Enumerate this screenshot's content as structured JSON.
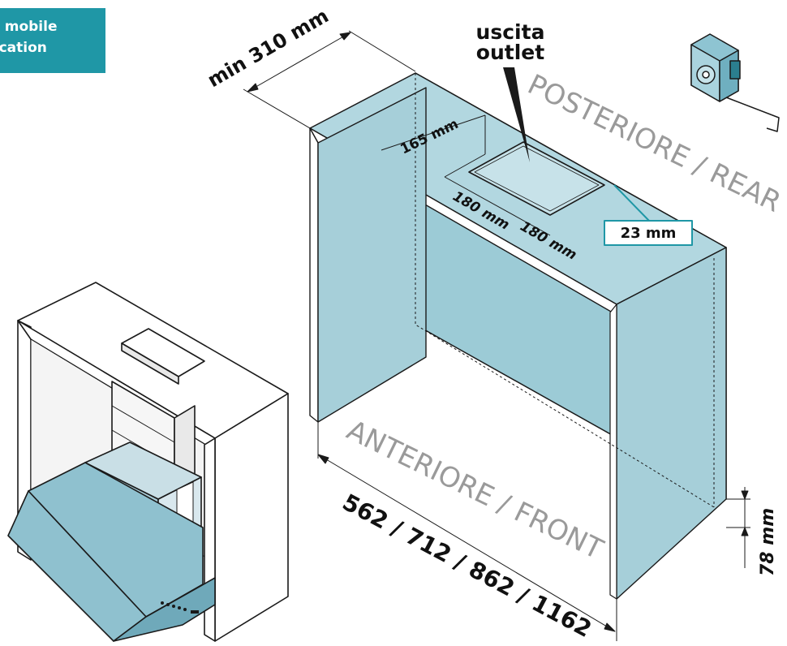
{
  "badge": {
    "line1": "l mobile",
    "line2": "fication"
  },
  "outlet": {
    "line1": "uscita",
    "line2": "outlet"
  },
  "dimensions": {
    "min_depth": "min 310 mm",
    "outlet_depth": "165 mm",
    "outlet_width_a": "180 mm",
    "outlet_width_b": "180 mm",
    "outlet_offset": "23 mm",
    "widths": "562 / 712 / 862 / 1162",
    "height": "78 mm"
  },
  "sides": {
    "rear": "POSTERIORE / REAR",
    "front": "ANTERIORE / FRONT"
  },
  "colors": {
    "accent": "#1f97a6",
    "panel": "#9ccbd6",
    "panel_dark": "#7fb8c7",
    "outline": "#1a1a1a"
  }
}
